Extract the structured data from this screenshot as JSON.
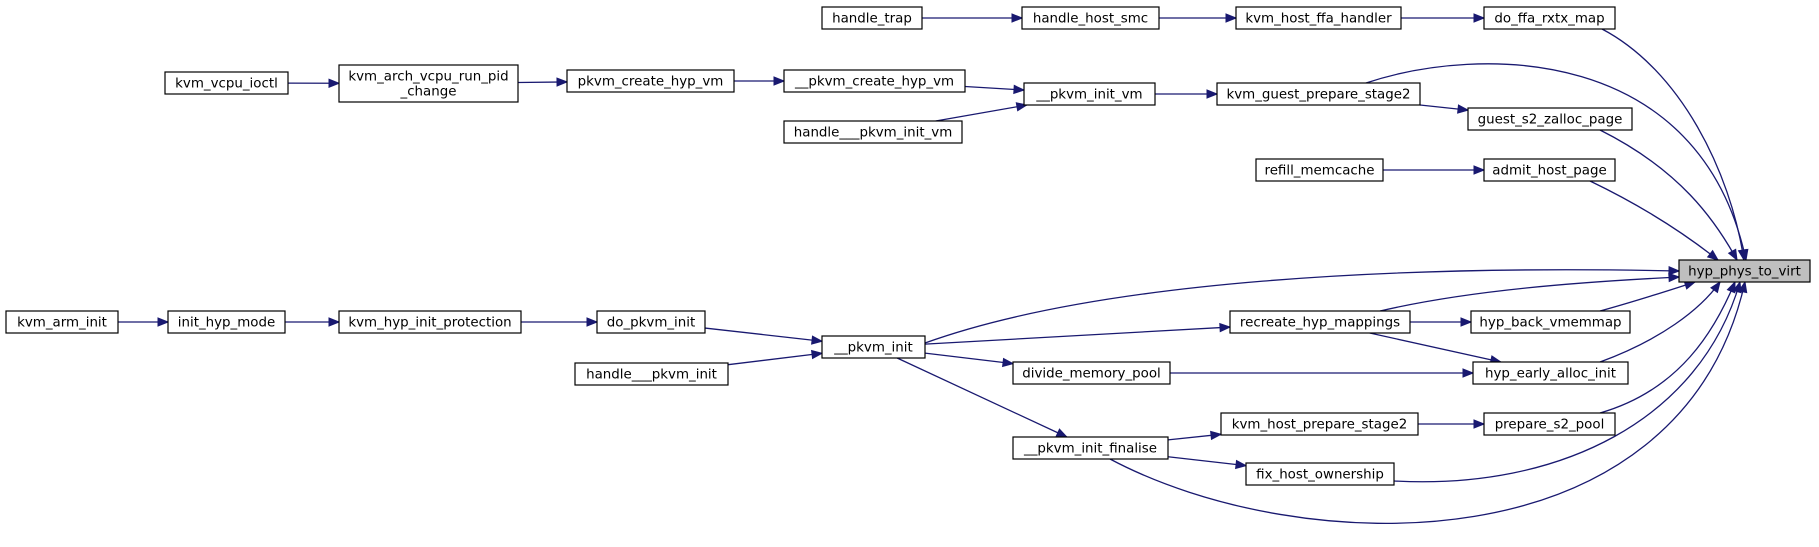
{
  "graph": {
    "title": "",
    "root": "hyp_phys_to_virt",
    "nodes": [
      {
        "id": "hyp_phys_to_virt",
        "lines": [
          "hyp_phys_to_virt"
        ]
      },
      {
        "id": "do_ffa_rxtx_map",
        "lines": [
          "do_ffa_rxtx_map"
        ]
      },
      {
        "id": "kvm_host_ffa_handler",
        "lines": [
          "kvm_host_ffa_handler"
        ]
      },
      {
        "id": "handle_host_smc",
        "lines": [
          "handle_host_smc"
        ]
      },
      {
        "id": "handle_trap",
        "lines": [
          "handle_trap"
        ]
      },
      {
        "id": "kvm_guest_prepare_stage2",
        "lines": [
          "kvm_guest_prepare_stage2"
        ]
      },
      {
        "id": "__pkvm_init_vm",
        "lines": [
          "__pkvm_init_vm"
        ]
      },
      {
        "id": "__pkvm_create_hyp_vm",
        "lines": [
          "__pkvm_create_hyp_vm"
        ]
      },
      {
        "id": "handle___pkvm_init_vm",
        "lines": [
          "handle___pkvm_init_vm"
        ]
      },
      {
        "id": "pkvm_create_hyp_vm",
        "lines": [
          "pkvm_create_hyp_vm"
        ]
      },
      {
        "id": "kvm_arch_vcpu_run_pid_change",
        "lines": [
          "kvm_arch_vcpu_run_pid",
          "_change"
        ]
      },
      {
        "id": "kvm_vcpu_ioctl",
        "lines": [
          "kvm_vcpu_ioctl"
        ]
      },
      {
        "id": "guest_s2_zalloc_page",
        "lines": [
          "guest_s2_zalloc_page"
        ]
      },
      {
        "id": "admit_host_page",
        "lines": [
          "admit_host_page"
        ]
      },
      {
        "id": "refill_memcache",
        "lines": [
          "refill_memcache"
        ]
      },
      {
        "id": "__pkvm_init",
        "lines": [
          "__pkvm_init"
        ]
      },
      {
        "id": "do_pkvm_init",
        "lines": [
          "do_pkvm_init"
        ]
      },
      {
        "id": "handle___pkvm_init",
        "lines": [
          "handle___pkvm_init"
        ]
      },
      {
        "id": "kvm_hyp_init_protection",
        "lines": [
          "kvm_hyp_init_protection"
        ]
      },
      {
        "id": "init_hyp_mode",
        "lines": [
          "init_hyp_mode"
        ]
      },
      {
        "id": "kvm_arm_init",
        "lines": [
          "kvm_arm_init"
        ]
      },
      {
        "id": "recreate_hyp_mappings",
        "lines": [
          "recreate_hyp_mappings"
        ]
      },
      {
        "id": "hyp_back_vmemmap",
        "lines": [
          "hyp_back_vmemmap"
        ]
      },
      {
        "id": "hyp_early_alloc_init",
        "lines": [
          "hyp_early_alloc_init"
        ]
      },
      {
        "id": "divide_memory_pool",
        "lines": [
          "divide_memory_pool"
        ]
      },
      {
        "id": "__pkvm_init_finalise",
        "lines": [
          "__pkvm_init_finalise"
        ]
      },
      {
        "id": "kvm_host_prepare_stage2",
        "lines": [
          "kvm_host_prepare_stage2"
        ]
      },
      {
        "id": "prepare_s2_pool",
        "lines": [
          "prepare_s2_pool"
        ]
      },
      {
        "id": "fix_host_ownership",
        "lines": [
          "fix_host_ownership"
        ]
      }
    ],
    "edges": [
      {
        "from": "handle_trap",
        "to": "handle_host_smc"
      },
      {
        "from": "handle_host_smc",
        "to": "kvm_host_ffa_handler"
      },
      {
        "from": "kvm_host_ffa_handler",
        "to": "do_ffa_rxtx_map"
      },
      {
        "from": "do_ffa_rxtx_map",
        "to": "hyp_phys_to_virt"
      },
      {
        "from": "kvm_vcpu_ioctl",
        "to": "kvm_arch_vcpu_run_pid_change"
      },
      {
        "from": "kvm_arch_vcpu_run_pid_change",
        "to": "pkvm_create_hyp_vm"
      },
      {
        "from": "pkvm_create_hyp_vm",
        "to": "__pkvm_create_hyp_vm"
      },
      {
        "from": "__pkvm_create_hyp_vm",
        "to": "__pkvm_init_vm"
      },
      {
        "from": "handle___pkvm_init_vm",
        "to": "__pkvm_init_vm"
      },
      {
        "from": "__pkvm_init_vm",
        "to": "kvm_guest_prepare_stage2"
      },
      {
        "from": "kvm_guest_prepare_stage2",
        "to": "hyp_phys_to_virt"
      },
      {
        "from": "kvm_guest_prepare_stage2",
        "to": "guest_s2_zalloc_page"
      },
      {
        "from": "guest_s2_zalloc_page",
        "to": "hyp_phys_to_virt"
      },
      {
        "from": "refill_memcache",
        "to": "admit_host_page"
      },
      {
        "from": "admit_host_page",
        "to": "hyp_phys_to_virt"
      },
      {
        "from": "kvm_arm_init",
        "to": "init_hyp_mode"
      },
      {
        "from": "init_hyp_mode",
        "to": "kvm_hyp_init_protection"
      },
      {
        "from": "kvm_hyp_init_protection",
        "to": "do_pkvm_init"
      },
      {
        "from": "do_pkvm_init",
        "to": "__pkvm_init"
      },
      {
        "from": "handle___pkvm_init",
        "to": "__pkvm_init"
      },
      {
        "from": "__pkvm_init",
        "to": "hyp_phys_to_virt"
      },
      {
        "from": "__pkvm_init",
        "to": "recreate_hyp_mappings"
      },
      {
        "from": "__pkvm_init",
        "to": "divide_memory_pool"
      },
      {
        "from": "__pkvm_init",
        "to": "__pkvm_init_finalise"
      },
      {
        "from": "recreate_hyp_mappings",
        "to": "hyp_phys_to_virt"
      },
      {
        "from": "recreate_hyp_mappings",
        "to": "hyp_back_vmemmap"
      },
      {
        "from": "recreate_hyp_mappings",
        "to": "hyp_early_alloc_init"
      },
      {
        "from": "hyp_back_vmemmap",
        "to": "hyp_phys_to_virt"
      },
      {
        "from": "divide_memory_pool",
        "to": "hyp_early_alloc_init"
      },
      {
        "from": "hyp_early_alloc_init",
        "to": "hyp_phys_to_virt"
      },
      {
        "from": "__pkvm_init_finalise",
        "to": "kvm_host_prepare_stage2"
      },
      {
        "from": "__pkvm_init_finalise",
        "to": "fix_host_ownership"
      },
      {
        "from": "__pkvm_init_finalise",
        "to": "hyp_phys_to_virt"
      },
      {
        "from": "kvm_host_prepare_stage2",
        "to": "prepare_s2_pool"
      },
      {
        "from": "prepare_s2_pool",
        "to": "hyp_phys_to_virt"
      },
      {
        "from": "fix_host_ownership",
        "to": "hyp_phys_to_virt"
      }
    ]
  }
}
